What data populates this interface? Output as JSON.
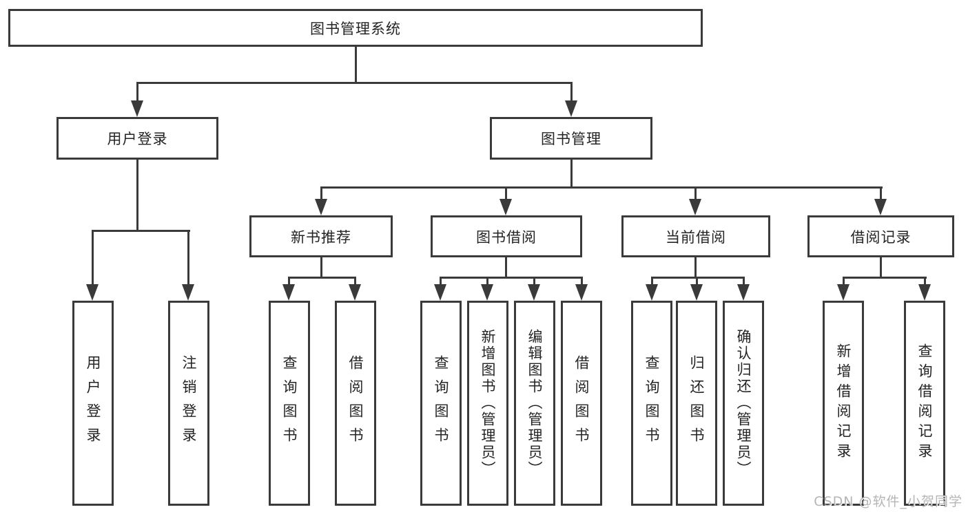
{
  "tree": {
    "root": {
      "label": "图书管理系统",
      "children": [
        {
          "label": "用户登录",
          "children": [
            {
              "label": "用户登录"
            },
            {
              "label": "注销登录"
            }
          ]
        },
        {
          "label": "图书管理",
          "children": [
            {
              "label": "新书推荐",
              "children": [
                {
                  "label": "查询图书"
                },
                {
                  "label": "借阅图书"
                }
              ]
            },
            {
              "label": "图书借阅",
              "children": [
                {
                  "label": "查询图书"
                },
                {
                  "label": "新增图书（管理员）"
                },
                {
                  "label": "编辑图书（管理员）"
                },
                {
                  "label": "借阅图书"
                }
              ]
            },
            {
              "label": "当前借阅",
              "children": [
                {
                  "label": "查询图书"
                },
                {
                  "label": "归还图书"
                },
                {
                  "label": "确认归还（管理员）"
                }
              ]
            },
            {
              "label": "借阅记录",
              "children": [
                {
                  "label": "新增借阅记录"
                },
                {
                  "label": "查询借阅记录"
                }
              ]
            }
          ]
        }
      ]
    },
    "watermark": "CSDN @软件_小贺同学",
    "colors": {
      "line": "#3a3a3a",
      "text": "#242424",
      "background": "#ffffff",
      "watermark": "#b5b5b5"
    }
  }
}
